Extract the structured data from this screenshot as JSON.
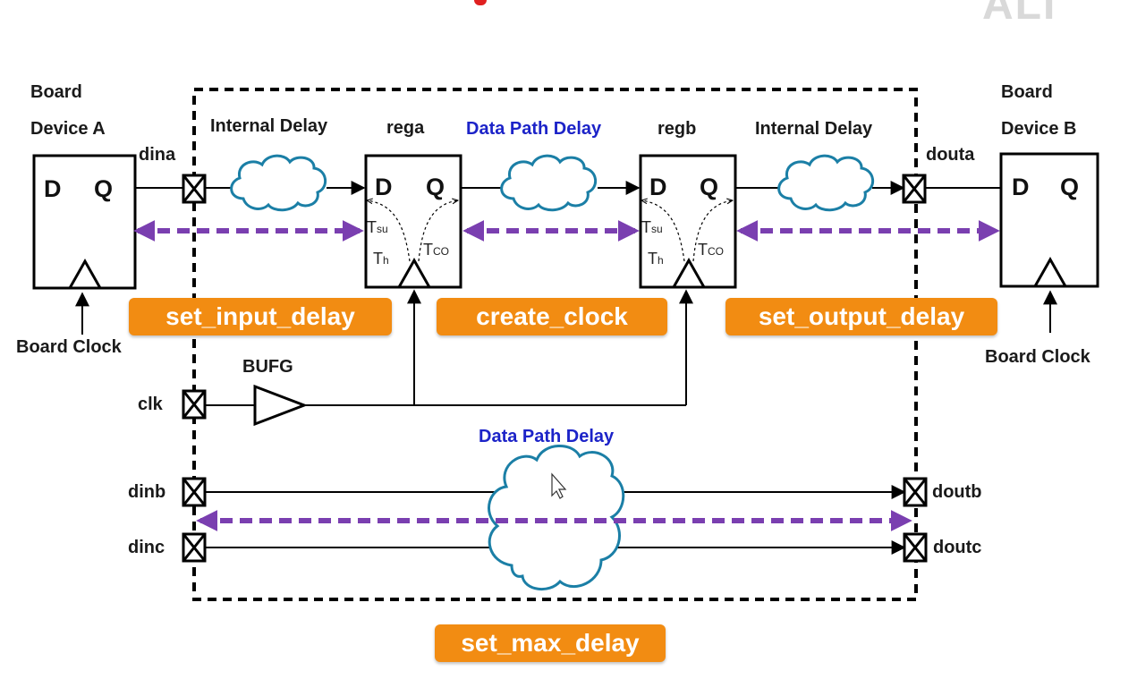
{
  "colors": {
    "command_fill": "#f28c12",
    "command_text": "#ffffff",
    "constraint_arrow": "#7a3fb0",
    "cloud": "#1b7fa6",
    "highlight_text": "#1c23c8",
    "line": "#000000"
  },
  "logo_text": "ALI",
  "board_device_a": {
    "line1": "Board",
    "line2": "Device A",
    "d": "D",
    "q": "Q",
    "clock": "Board Clock"
  },
  "board_device_b": {
    "line1": "Board",
    "line2": "Device B",
    "d": "D",
    "q": "Q",
    "clock": "Board Clock"
  },
  "ports": {
    "dina": "dina",
    "douta": "douta",
    "clk": "clk",
    "dinb": "dinb",
    "dinc": "dinc",
    "doutb": "doutb",
    "doutc": "doutc"
  },
  "internal_delay_in": "Internal Delay",
  "internal_delay_out": "Internal Delay",
  "data_path_delay_top": "Data Path Delay",
  "data_path_delay_bottom": "Data Path Delay",
  "rega": {
    "name": "rega",
    "d": "D",
    "q": "Q",
    "tsu_t": "T",
    "tsu_s": "su",
    "th_t": "T",
    "th_s": "h",
    "tco_t": "T",
    "tco_s": "CO"
  },
  "regb": {
    "name": "regb",
    "d": "D",
    "q": "Q",
    "tsu_t": "T",
    "tsu_s": "su",
    "th_t": "T",
    "th_s": "h",
    "tco_t": "T",
    "tco_s": "CO"
  },
  "bufg": "BUFG",
  "commands": {
    "input": "set_input_delay",
    "clock": "create_clock",
    "output": "set_output_delay",
    "max": "set_max_delay"
  }
}
